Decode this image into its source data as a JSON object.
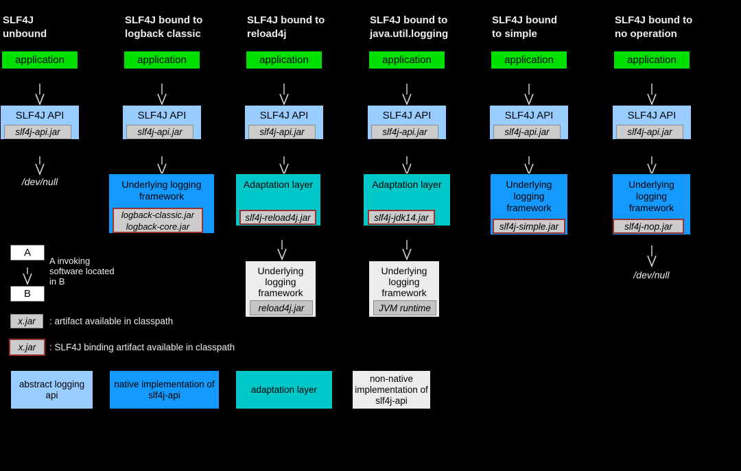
{
  "palette": {
    "background": "#000000",
    "application_green": "#00e000",
    "abstract_api_light_blue": "#99ccff",
    "native_impl_blue": "#149aff",
    "adaptation_teal": "#00c8c8",
    "non_native_gray": "#ececec",
    "jar_gray": "#cccccc",
    "jar_border_gray": "#8a8a8a",
    "binding_jar_border_red": "#993333"
  },
  "columns": [
    {
      "title1": "SLF4J",
      "title2": "unbound",
      "app_label": "application",
      "api_label": "SLF4J API",
      "api_jar": "slf4j-api.jar",
      "sink": "/dev/null"
    },
    {
      "title1": "SLF4J bound to",
      "title2": "logback classic",
      "app_label": "application",
      "api_label": "SLF4J API",
      "api_jar": "slf4j-api.jar",
      "framework_label": "Underlying logging framework",
      "framework_jar1": "logback-classic.jar",
      "framework_jar2": "logback-core.jar"
    },
    {
      "title1": "SLF4J bound to",
      "title2": "reload4j",
      "app_label": "application",
      "api_label": "SLF4J API",
      "api_jar": "slf4j-api.jar",
      "adaptation_label": "Adaptation layer",
      "adaptation_jar": "slf4j-reload4j.jar",
      "framework_label": "Underlying logging framework",
      "framework_jar": "reload4j.jar"
    },
    {
      "title1": "SLF4J bound to",
      "title2": "java.util.logging",
      "app_label": "application",
      "api_label": "SLF4J API",
      "api_jar": "slf4j-api.jar",
      "adaptation_label": "Adaptation layer",
      "adaptation_jar": "slf4j-jdk14.jar",
      "framework_label": "Underlying logging framework",
      "framework_jar": "JVM runtime"
    },
    {
      "title1": "SLF4J bound",
      "title2": "to simple",
      "app_label": "application",
      "api_label": "SLF4J API",
      "api_jar": "slf4j-api.jar",
      "framework_label": "Underlying logging framework",
      "framework_jar": "slf4j-simple.jar"
    },
    {
      "title1": "SLF4J bound to",
      "title2": "no operation",
      "app_label": "application",
      "api_label": "SLF4J API",
      "api_jar": "slf4j-api.jar",
      "framework_label": "Underlying logging framework",
      "framework_jar": "slf4j-nop.jar",
      "sink": "/dev/null"
    }
  ],
  "legend": {
    "a_label": "A",
    "b_label": "B",
    "ab_line1": "A invoking",
    "ab_line2": "software located",
    "ab_line3": "in B",
    "jar_plain_label": "x.jar",
    "jar_plain_desc": ": artifact available in classpath",
    "jar_binding_label": "x.jar",
    "jar_binding_desc": ": SLF4J binding artifact available in classpath",
    "swatch_abstract": "abstract logging api",
    "swatch_native": "native implementation of slf4j-api",
    "swatch_adaptation": "adaptation layer",
    "swatch_nonnative": "non-native implementation of slf4j-api"
  }
}
